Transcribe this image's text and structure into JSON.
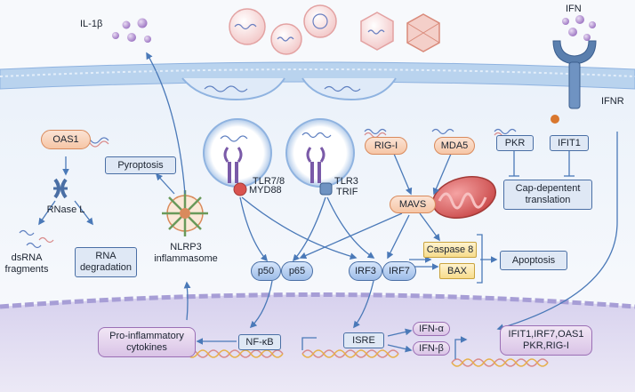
{
  "labels": {
    "il1b": "IL-1β",
    "ifn": "IFN",
    "ifnr": "IFNR",
    "oas1": "OAS1",
    "rnase_l": "RNase L",
    "dsrna_fragments": "dsRNA\nfragments",
    "rna_degradation": "RNA\ndegradation",
    "pyroptosis": "Pyroptosis",
    "nlrp3": "NLRP3\ninflammasome",
    "tlr78": "TLR7/8",
    "myd88": "MYD88",
    "tlr3": "TLR3",
    "trif": "TRIF",
    "rigi": "RIG-I",
    "mda5": "MDA5",
    "mavs": "MAVS",
    "pkr": "PKR",
    "ifit1": "IFIT1",
    "cap_dependent": "Cap-depentent\ntranslation",
    "caspase8": "Caspase 8",
    "bax": "BAX",
    "apoptosis": "Apoptosis",
    "p50": "p50",
    "p65": "p65",
    "irf3": "IRF3",
    "irf7": "IRF7",
    "pro_inflammatory": "Pro-inflammatory\ncytokines",
    "nfkb": "NF-κB",
    "isre": "ISRE",
    "ifn_alpha": "IFN-α",
    "ifn_beta": "IFN-β",
    "isg_genes": "IFIT1,IRF7,OAS1\nPKR,RIG-I"
  },
  "colors": {
    "membrane": "#b9d3ee",
    "nucleus": "#c9c3e6",
    "arrow": "#4a79b8",
    "orange_node": "#f6c6a6",
    "blue_node": "#9dbce8",
    "purple_box": "#d9c3e6",
    "yellow_box": "#f7dc8c",
    "mitochondrion": "#e06a6a"
  }
}
